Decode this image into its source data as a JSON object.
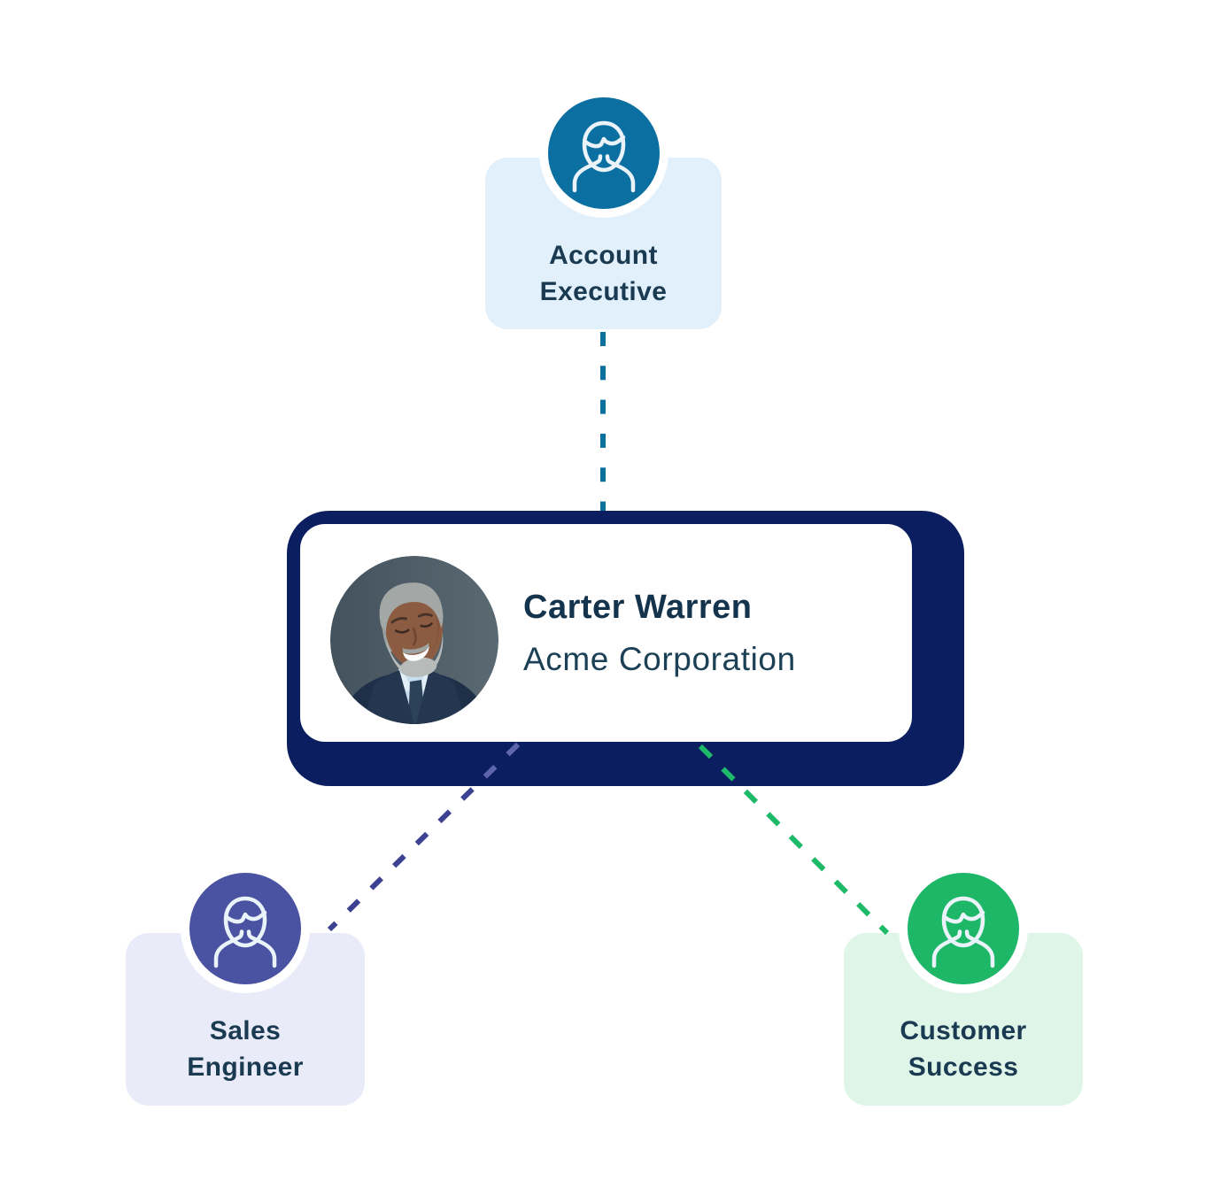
{
  "diagram": {
    "customer": {
      "name": "Carter Warren",
      "company": "Acme Corporation",
      "photo": "portrait of smiling gray-haired man in suit"
    },
    "roles": [
      {
        "id": "account-executive",
        "label_line1": "Account",
        "label_line2": "Executive",
        "icon": "person-icon",
        "accent": "#0C6FA1",
        "card_bg": "#E1F0FA",
        "line_color": "#0A709E"
      },
      {
        "id": "sales-engineer",
        "label_line1": "Sales",
        "label_line2": "Engineer",
        "icon": "person-icon",
        "accent": "#4A52A2",
        "card_bg": "#E9EBF9",
        "line_color": "#3C4291",
        "line_color_over_navy": "#5E65AC"
      },
      {
        "id": "customer-success",
        "label_line1": "Customer",
        "label_line2": "Success",
        "icon": "person-icon",
        "accent": "#1EB768",
        "card_bg": "#DFF5E8",
        "line_color": "#1FB96A"
      }
    ],
    "palette": {
      "background": "#FFFFFF",
      "navy_card": "#0A1E60",
      "inner_card": "#FFFFFF",
      "name_text": "#14344E",
      "company_text": "#1C4055",
      "role_text": "#1A3A52",
      "icon_stroke": "#E9F3F9",
      "avatar_ring": "#FFFFFF"
    }
  }
}
